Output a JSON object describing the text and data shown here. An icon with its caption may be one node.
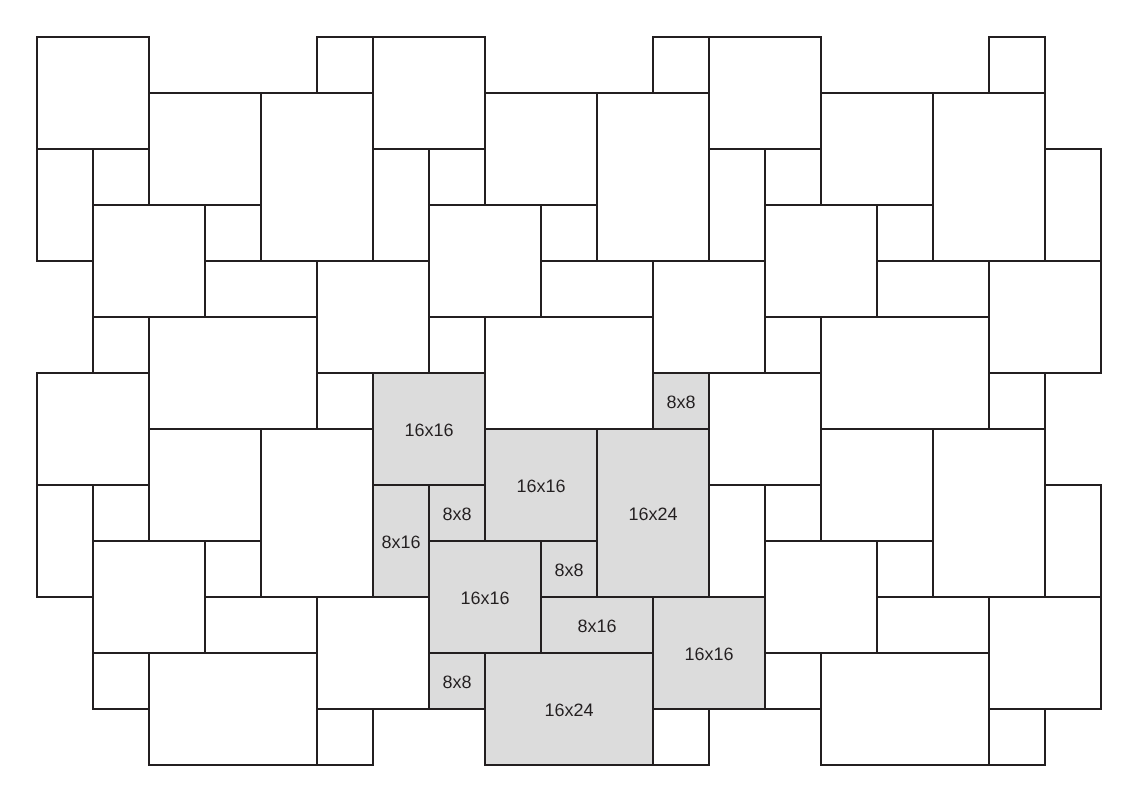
{
  "diagram": {
    "nodes": [
      {
        "text": [
          "16x16"
        ]
      },
      {
        "text": [
          "8x8"
        ]
      },
      {
        "text": [
          "16x16"
        ]
      },
      {
        "text": [
          "8x8"
        ]
      },
      {
        "text": [
          "16x24"
        ]
      },
      {
        "text": [
          "8x16"
        ]
      },
      {
        "text": [
          "8x8"
        ]
      },
      {
        "text": [
          "16x16"
        ]
      },
      {
        "text": [
          "8x16"
        ]
      },
      {
        "text": [
          "16x16"
        ]
      },
      {
        "text": [
          "8x8"
        ]
      },
      {
        "text": [
          "16x24"
        ]
      }
    ]
  }
}
